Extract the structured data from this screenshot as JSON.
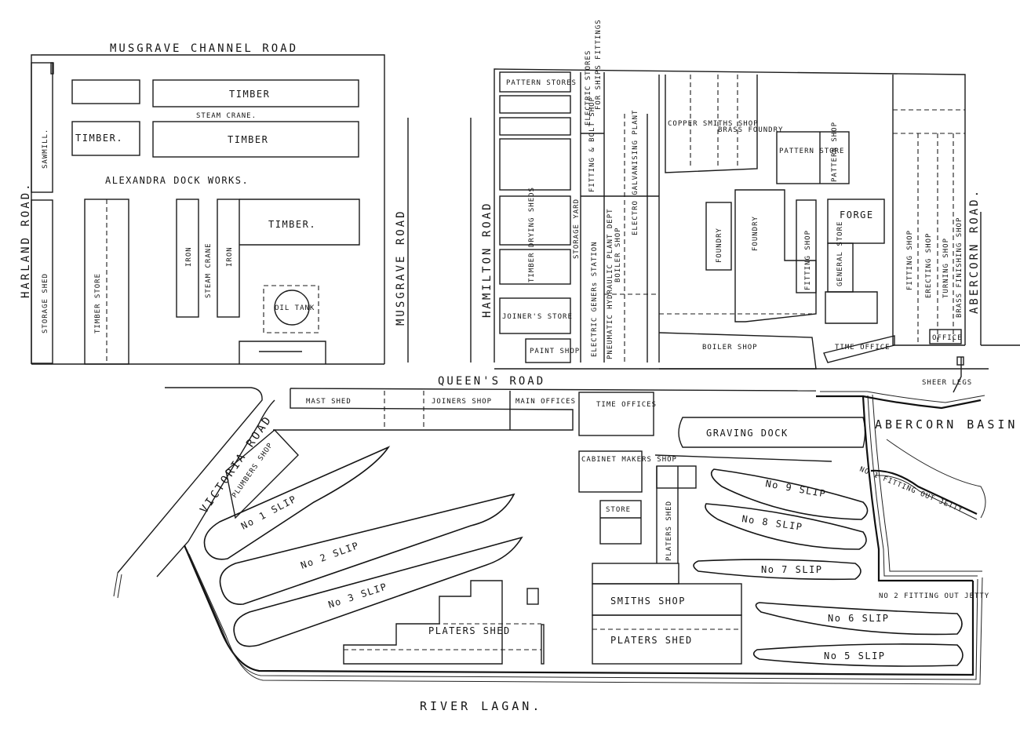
{
  "roads": {
    "musgrave_channel": "MUSGRAVE  CHANNEL  ROAD",
    "harland": "HARLAND  ROAD.",
    "musgrave": "MUSGRAVE  ROAD",
    "hamilton": "HAMILTON  ROAD",
    "queens": "QUEEN'S  ROAD",
    "victoria": "VICTORIA  ROAD",
    "abercorn": "ABERCORN  ROAD."
  },
  "west_block": {
    "sawmill": "SAWMILL.",
    "timber_1": "TIMBER",
    "steam_crane_1": "STEAM CRANE.",
    "timber_2": "TIMBER.",
    "timber_3": "TIMBER",
    "alexandra": "ALEXANDRA  DOCK WORKS.",
    "storage_shed": "STORAGE SHED",
    "timber_store": "TIMBER STORE",
    "iron_1": "IRON",
    "steam_crane_2": "STEAM CRANE",
    "iron_2": "IRON",
    "timber_4": "TIMBER.",
    "oil_tank": "OIL TANK"
  },
  "east_block": {
    "pattern_stores": "PATTERN STORES",
    "electric_stores": "ELECTRIC STORES",
    "for_ships_fittings": "FOR SHIPS FITTINGS",
    "fitting_bolt": "FITTING & BOLT SHOP",
    "electro_plant": "ELECTRO GALVANISING PLANT",
    "timber_drying": "TIMBER DRYING SHEDS",
    "storage_yard": "STORAGE YARD",
    "electric_gen": "ELECTRIC GENERs STATION",
    "boiler_shop_1": "BOILER SHOP",
    "joiners_stores": "JOINER'S STORE",
    "paint_shop": "PAINT SHOP",
    "pneumatic": "PNEUMATIC HYDRAULIC PLANT DEPT",
    "coppersmiths": "COPPER SMITHS SHOP",
    "brass_foundry": "BRASS FOUNDRY",
    "pattern_store": "PATTERN STORE",
    "pattern_shop": "PATTERN SHOP",
    "foundry_1": "FOUNDRY",
    "foundry_2": "FOUNDRY",
    "fitting_shop_small": "FITTING SHOP",
    "forge": "FORGE",
    "general_store": "GENERAL STORE",
    "boiler_shop_2": "BOILER SHOP",
    "time_office_1": "TIME OFFICE",
    "fitting_shop": "FITTING SHOP",
    "erecting_shop": "ERECTING SHOP",
    "turning_shop": "TURNING SHOP",
    "brass_finishing": "BRASS FINISHING SHOP",
    "office": "OFFICE"
  },
  "yard": {
    "mast_shed": "MAST SHED",
    "joiners_shop": "JOINERS SHOP",
    "main_offices": "MAIN OFFICES",
    "time_offices": "TIME OFFICES",
    "graving_dock": "GRAVING DOCK",
    "abercorn_basin": "ABERCORN BASIN.",
    "sheer_legs": "SHEER  LEGS",
    "fitting_out_1": "NO 1 FITTING OUT JETTY",
    "fitting_out_2": "NO 2 FITTING OUT JETTY",
    "plumbers_shop": "PLUMBERS SHOP",
    "cabinet_makers": "CABINET MAKERS SHOP",
    "store": "STORE",
    "platers_shed_v": "PLATERS SHED",
    "smiths_shop": "SMITHS SHOP",
    "platers_shed_1": "PLATERS SHED",
    "platers_shed_2": "PLATERS SHED",
    "slip_1": "No 1 SLIP",
    "slip_2": "No 2 SLIP",
    "slip_3": "No 3 SLIP",
    "slip_5": "No 5 SLIP",
    "slip_6": "No 6 SLIP",
    "slip_7": "No 7 SLIP",
    "slip_8": "No 8 SLIP",
    "slip_9": "No 9 SLIP",
    "river": "RIVER  LAGAN."
  }
}
